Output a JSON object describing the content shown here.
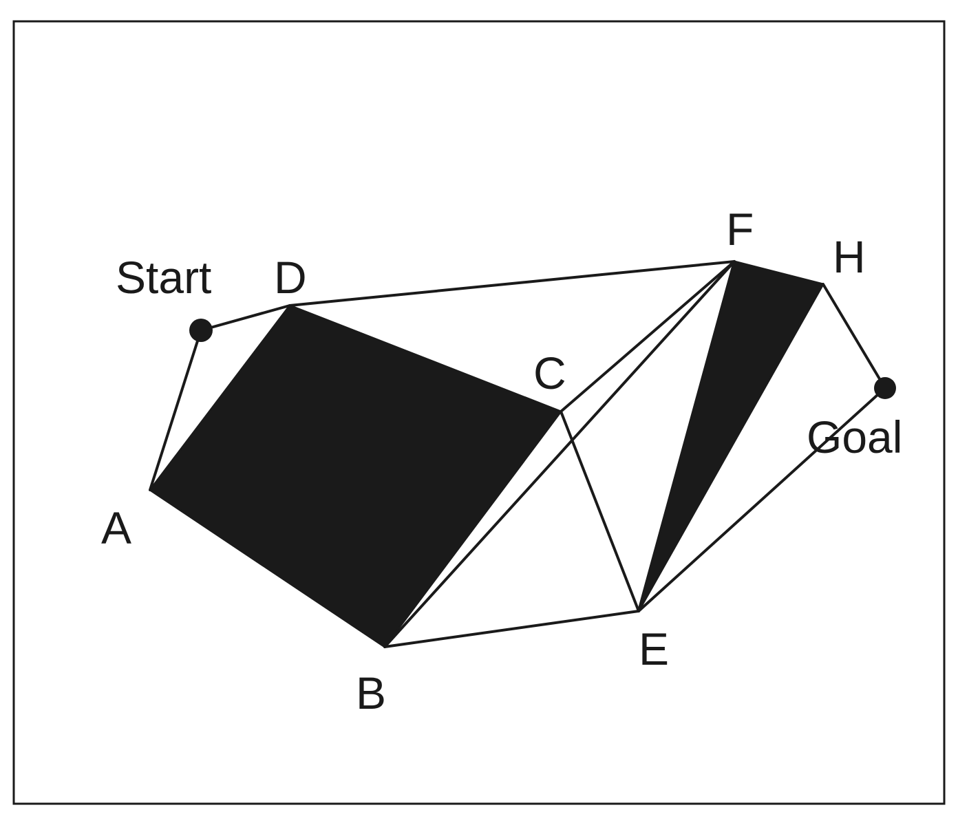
{
  "diagram": {
    "labels": {
      "start": "Start",
      "goal": "Goal",
      "a": "A",
      "b": "B",
      "c": "C",
      "d": "D",
      "e": "E",
      "f": "F",
      "h": "H"
    },
    "nodes": [
      "start",
      "goal",
      "a",
      "b",
      "c",
      "d",
      "e",
      "f",
      "h"
    ],
    "edges": [
      [
        "start",
        "d"
      ],
      [
        "start",
        "a"
      ],
      [
        "d",
        "f"
      ],
      [
        "c",
        "f"
      ],
      [
        "b",
        "f"
      ],
      [
        "c",
        "e"
      ],
      [
        "b",
        "e"
      ],
      [
        "f",
        "e"
      ],
      [
        "h",
        "goal"
      ],
      [
        "e",
        "goal"
      ]
    ],
    "obstacles": [
      [
        "a",
        "d",
        "c",
        "b"
      ],
      [
        "f",
        "h",
        "e"
      ]
    ],
    "colors": {
      "ink": "#1a1a1a",
      "background": "#ffffff"
    }
  }
}
